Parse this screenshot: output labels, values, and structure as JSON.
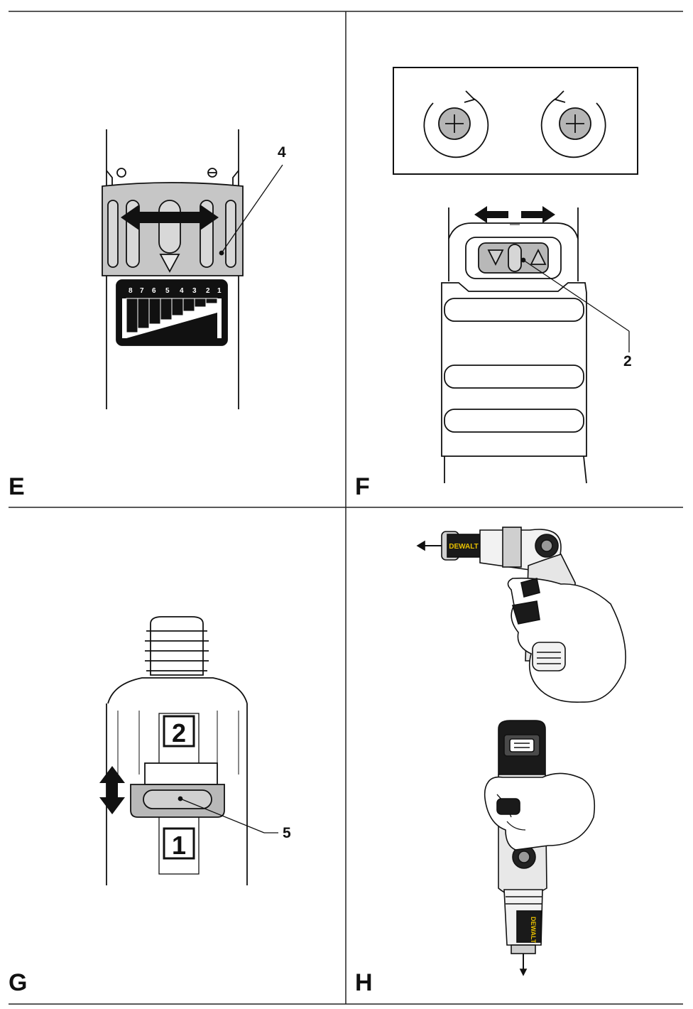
{
  "panels": {
    "e": {
      "letter": "E",
      "callout": "4",
      "dial_numbers": [
        "8",
        "7",
        "6",
        "5",
        "4",
        "3",
        "2",
        "1"
      ]
    },
    "f": {
      "letter": "F",
      "callout": "2"
    },
    "g": {
      "letter": "G",
      "callout": "5",
      "gear_high": "2",
      "gear_low": "1"
    },
    "h": {
      "letter": "H",
      "brand": "DEWALT"
    }
  },
  "colors": {
    "ink": "#111111",
    "grey_fill": "#a8a8a8",
    "light_grey": "#d6d6d6",
    "tool_black": "#1a1a1a"
  },
  "icons": [
    "double-arrow-icon",
    "clockwise-arrow-icon",
    "counterclockwise-arrow-icon",
    "phillips-screw-icon",
    "triangle-icon"
  ]
}
